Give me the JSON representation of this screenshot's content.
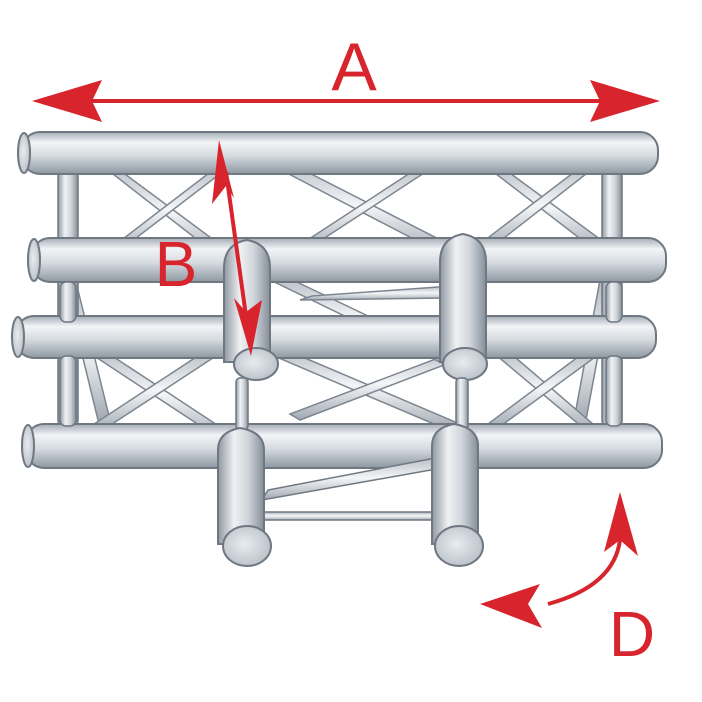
{
  "labels": {
    "a": "A",
    "b": "B",
    "d": "D"
  },
  "colors": {
    "arrow": "#d8242c",
    "tube_light": "#f4f6f8",
    "tube_mid": "#c9cfd6",
    "tube_dark": "#8f98a3",
    "tube_outline": "#6f7781",
    "background": "#ffffff"
  }
}
